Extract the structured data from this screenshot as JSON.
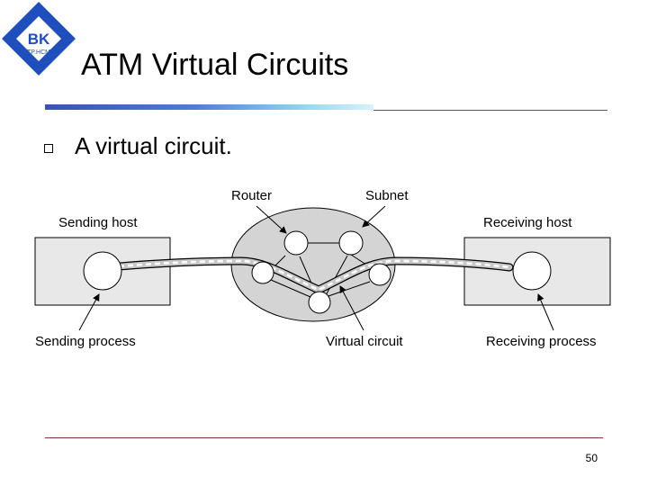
{
  "logo": {
    "main_text": "BK",
    "sub_text": "TP.HCM"
  },
  "slide": {
    "title": "ATM Virtual Circuits",
    "bullet": "A virtual circuit.",
    "page_number": "50"
  },
  "diagram": {
    "labels": {
      "router": "Router",
      "subnet": "Subnet",
      "sending_host": "Sending host",
      "receiving_host": "Receiving host",
      "sending_process": "Sending process",
      "virtual_circuit": "Virtual circuit",
      "receiving_process": "Receiving process"
    }
  },
  "colors": {
    "logo_blue": "#1f4fbf",
    "title_bar_start": "#3a52b4",
    "title_bar_end": "#d8f2fa",
    "footer_line": "#8b2e2e",
    "subnet_fill": "#d4d4d4",
    "host_fill": "#e8e8e8"
  }
}
